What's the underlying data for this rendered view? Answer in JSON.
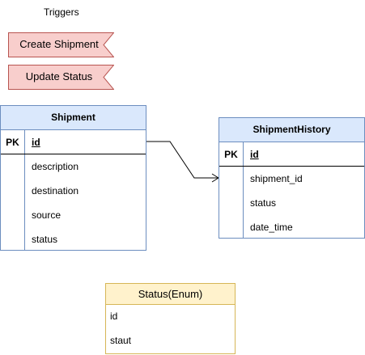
{
  "triggers": {
    "label": "Triggers",
    "items": [
      "Create Shipment",
      "Update Status"
    ]
  },
  "shipment": {
    "title": "Shipment",
    "key_label": "PK",
    "key_field": "id",
    "fields": [
      "description",
      "destination",
      "source",
      "status"
    ]
  },
  "shipment_history": {
    "title": "ShipmentHistory",
    "key_label": "PK",
    "key_field": "id",
    "fields": [
      "shipment_id",
      "status",
      "date_time"
    ]
  },
  "status_enum": {
    "title": "Status(Enum)",
    "items": [
      "id",
      "staut"
    ]
  },
  "colors": {
    "trigger_fill": "#f8cecc",
    "trigger_stroke": "#b85450",
    "table_header": "#dae8fc",
    "table_border": "#6c8ebf",
    "enum_header": "#fff2cc",
    "enum_border": "#d6b656"
  }
}
